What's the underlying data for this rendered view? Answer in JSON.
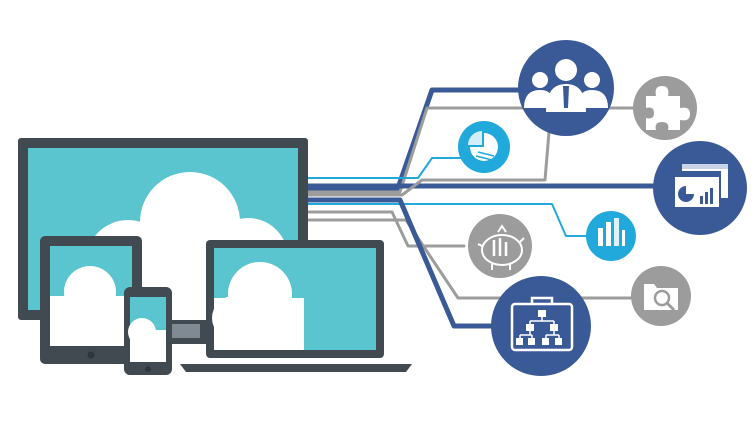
{
  "colors": {
    "navy": "#3a5a97",
    "teal": "#5bc5cf",
    "cyan": "#21a9dc",
    "gray": "#9c9c9c",
    "device_dark": "#414a51",
    "cloud": "#ffffff",
    "background": "#ffffff"
  },
  "devices": [
    "desktop-monitor",
    "tablet",
    "laptop",
    "smartphone"
  ],
  "nodes": [
    {
      "name": "users-group-node",
      "icon": "users-group-icon",
      "color": "navy"
    },
    {
      "name": "puzzle-node",
      "icon": "puzzle-icon",
      "color": "gray"
    },
    {
      "name": "pie-chart-node",
      "icon": "pie-chart-icon",
      "color": "cyan"
    },
    {
      "name": "dashboard-windows-node",
      "icon": "dashboard-windows-icon",
      "color": "navy"
    },
    {
      "name": "piggy-bank-node",
      "icon": "piggy-bank-icon",
      "color": "gray"
    },
    {
      "name": "bar-chart-node",
      "icon": "bar-chart-icon",
      "color": "cyan"
    },
    {
      "name": "folder-search-node",
      "icon": "folder-search-icon",
      "color": "gray"
    },
    {
      "name": "org-chart-node",
      "icon": "org-chart-icon",
      "color": "navy"
    }
  ]
}
